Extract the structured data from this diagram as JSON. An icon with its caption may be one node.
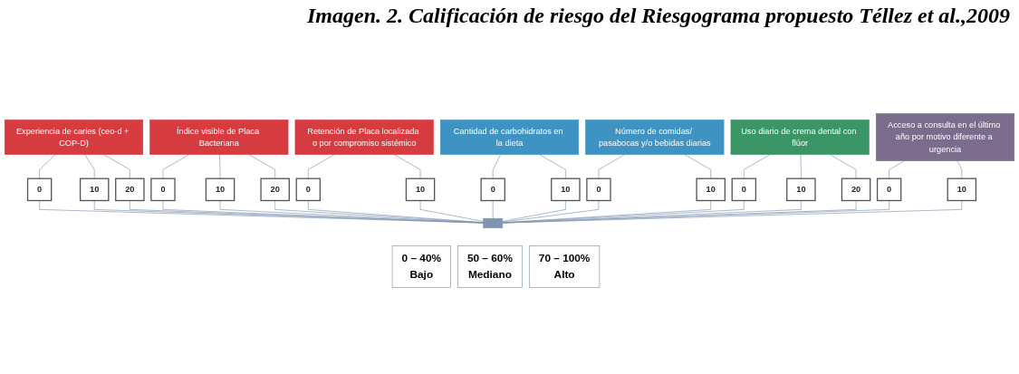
{
  "diagram": {
    "title": "Imagen. 2. Calificación de riesgo del Riesgograma propuesto Téllez et al.,2009",
    "nodes": [
      {
        "text": [
          "Experiencia de caries (ceo-d + COP-D)"
        ]
      },
      {
        "text": [
          "Índice visible de Placa Bacteriana"
        ]
      },
      {
        "text": [
          "Retención de Placa localizada o por compromiso sistémico"
        ]
      },
      {
        "text": [
          "Cantidad de carbohidratos en la dieta"
        ]
      },
      {
        "text": [
          "Número de comidas/ pasabocas y/o bebidas diarias"
        ]
      },
      {
        "text": [
          "Uso diario de crema dental con flúor"
        ]
      },
      {
        "text": [
          "Acceso a consulta en el último año por motivo diferente a urgencia"
        ]
      },
      {
        "text": [
          "0"
        ]
      },
      {
        "text": [
          "10"
        ]
      },
      {
        "text": [
          "20"
        ]
      },
      {
        "text": [
          "0"
        ]
      },
      {
        "text": [
          "10"
        ]
      },
      {
        "text": [
          "20"
        ]
      },
      {
        "text": [
          "0"
        ]
      },
      {
        "text": [
          "10"
        ]
      },
      {
        "text": [
          "0"
        ]
      },
      {
        "text": [
          "10"
        ]
      },
      {
        "text": [
          "0"
        ]
      },
      {
        "text": [
          "10"
        ]
      },
      {
        "text": [
          "0"
        ]
      },
      {
        "text": [
          "10"
        ]
      },
      {
        "text": [
          "20"
        ]
      },
      {
        "text": [
          "0"
        ]
      },
      {
        "text": [
          "10"
        ]
      },
      {
        "text": [],
        "shape": "bar"
      },
      {
        "text": [
          "0 – 40%",
          "Bajo"
        ]
      },
      {
        "text": [
          "50 – 60%",
          "Mediano"
        ]
      },
      {
        "text": [
          "70 – 100%",
          "Alto"
        ]
      }
    ],
    "edges": [
      {
        "from": 0,
        "to": 7,
        "arrow": "none"
      },
      {
        "from": 0,
        "to": 8,
        "arrow": "none"
      },
      {
        "from": 0,
        "to": 9,
        "arrow": "none"
      },
      {
        "from": 1,
        "to": 10,
        "arrow": "none"
      },
      {
        "from": 1,
        "to": 11,
        "arrow": "none"
      },
      {
        "from": 1,
        "to": 12,
        "arrow": "none"
      },
      {
        "from": 2,
        "to": 13,
        "arrow": "none"
      },
      {
        "from": 2,
        "to": 14,
        "arrow": "none"
      },
      {
        "from": 3,
        "to": 15,
        "arrow": "none"
      },
      {
        "from": 3,
        "to": 16,
        "arrow": "none"
      },
      {
        "from": 4,
        "to": 17,
        "arrow": "none"
      },
      {
        "from": 4,
        "to": 18,
        "arrow": "none"
      },
      {
        "from": 5,
        "to": 19,
        "arrow": "none"
      },
      {
        "from": 5,
        "to": 20,
        "arrow": "none"
      },
      {
        "from": 5,
        "to": 21,
        "arrow": "none"
      },
      {
        "from": 6,
        "to": 22,
        "arrow": "none"
      },
      {
        "from": 6,
        "to": 23,
        "arrow": "none"
      },
      {
        "from": 7,
        "to": 24,
        "arrow": "none"
      },
      {
        "from": 8,
        "to": 24,
        "arrow": "none"
      },
      {
        "from": 9,
        "to": 24,
        "arrow": "none"
      },
      {
        "from": 10,
        "to": 24,
        "arrow": "none"
      },
      {
        "from": 11,
        "to": 24,
        "arrow": "none"
      },
      {
        "from": 12,
        "to": 24,
        "arrow": "none"
      },
      {
        "from": 13,
        "to": 24,
        "arrow": "none"
      },
      {
        "from": 14,
        "to": 24,
        "arrow": "none"
      },
      {
        "from": 15,
        "to": 24,
        "arrow": "none"
      },
      {
        "from": 16,
        "to": 24,
        "arrow": "none"
      },
      {
        "from": 17,
        "to": 24,
        "arrow": "none"
      },
      {
        "from": 18,
        "to": 24,
        "arrow": "none"
      },
      {
        "from": 19,
        "to": 24,
        "arrow": "none"
      },
      {
        "from": 20,
        "to": 24,
        "arrow": "none"
      },
      {
        "from": 21,
        "to": 24,
        "arrow": "none"
      },
      {
        "from": 22,
        "to": 24,
        "arrow": "none"
      },
      {
        "from": 23,
        "to": 24,
        "arrow": "none"
      }
    ]
  }
}
